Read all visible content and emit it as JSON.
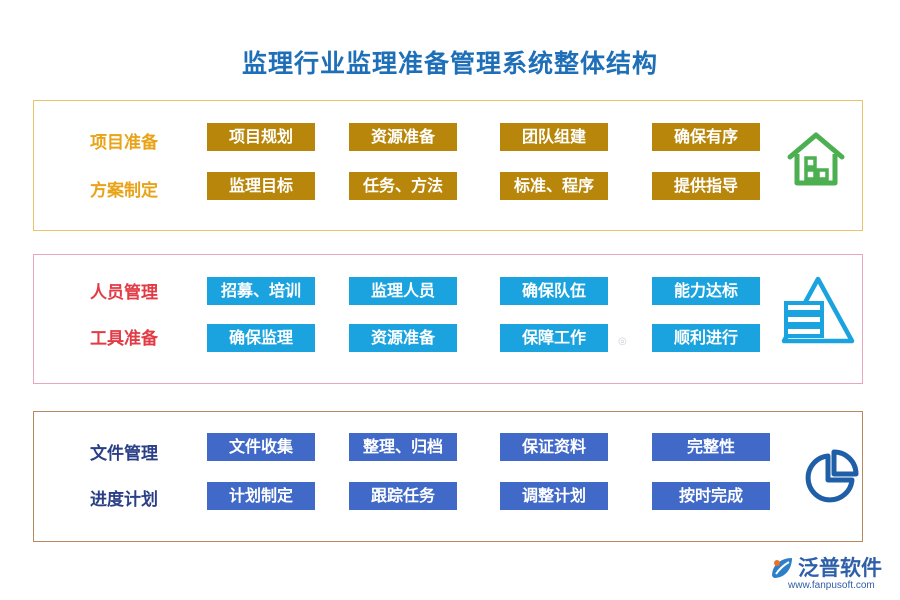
{
  "title": "监理行业监理准备管理系统整体结构",
  "sections": [
    {
      "rows": [
        {
          "label": "项目准备",
          "items": [
            "项目规划",
            "资源准备",
            "团队组建",
            "确保有序"
          ]
        },
        {
          "label": "方案制定",
          "items": [
            "监理目标",
            "任务、方法",
            "标准、程序",
            "提供指导"
          ]
        }
      ],
      "icon": "house-icon"
    },
    {
      "rows": [
        {
          "label": "人员管理",
          "items": [
            "招募、培训",
            "监理人员",
            "确保队伍",
            "能力达标"
          ]
        },
        {
          "label": "工具准备",
          "items": [
            "确保监理",
            "资源准备",
            "保障工作",
            "顺利进行"
          ]
        }
      ],
      "icon": "stacked-triangle-icon"
    },
    {
      "rows": [
        {
          "label": "文件管理",
          "items": [
            "文件收集",
            "整理、归档",
            "保证资料",
            "完整性"
          ]
        },
        {
          "label": "进度计划",
          "items": [
            "计划制定",
            "跟踪任务",
            "调整计划",
            "按时完成"
          ]
        }
      ],
      "icon": "pie-chart-icon"
    }
  ],
  "logo": {
    "name": "泛普软件",
    "url": "www.fanpusoft.com",
    "icon": "leaf-logo-icon"
  },
  "colors": {
    "title": "#1f6fb8",
    "section1_border": "#e9c46a",
    "section1_label": "#e8a317",
    "section1_box": "#b8860b",
    "section1_icon": "#4caf50",
    "section2_border": "#e9a7bd",
    "section2_label": "#e23b45",
    "section2_box": "#1aa3df",
    "section2_icon": "#1aa3df",
    "section3_border": "#b58a5e",
    "section3_label": "#2a3f86",
    "section3_box": "#4169c8",
    "section3_icon": "#1f5fa8"
  }
}
